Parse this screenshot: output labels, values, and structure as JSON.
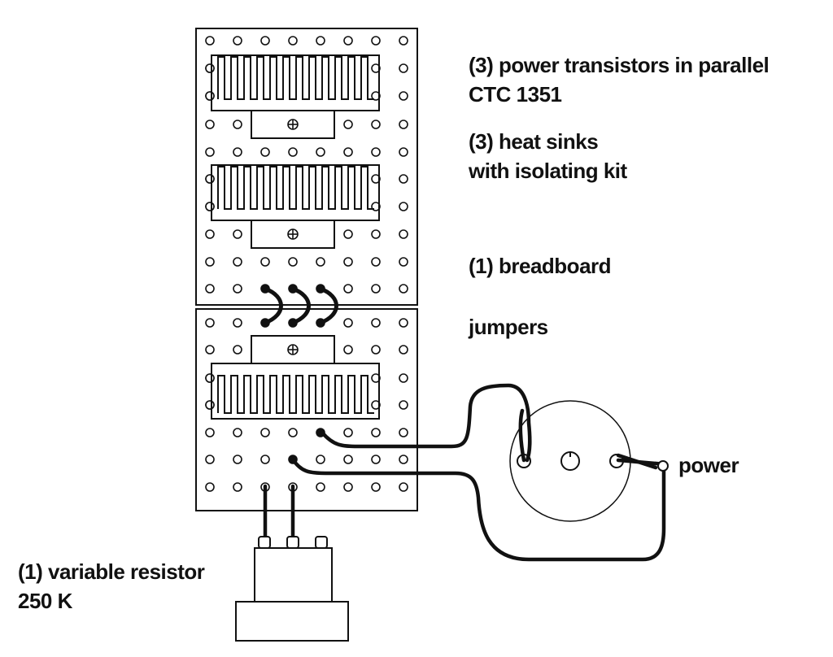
{
  "labels": {
    "transistors_line1": "(3) power transistors in parallel",
    "transistors_line2": "CTC 1351",
    "heatsinks_line1": "(3) heat sinks",
    "heatsinks_line2": "with isolating kit",
    "breadboard": "(1) breadboard",
    "jumpers": "jumpers",
    "power": "power",
    "resistor_line1": "(1) variable resistor",
    "resistor_line2": "250 K"
  },
  "colors": {
    "ink": "#111111",
    "background": "#ffffff"
  }
}
